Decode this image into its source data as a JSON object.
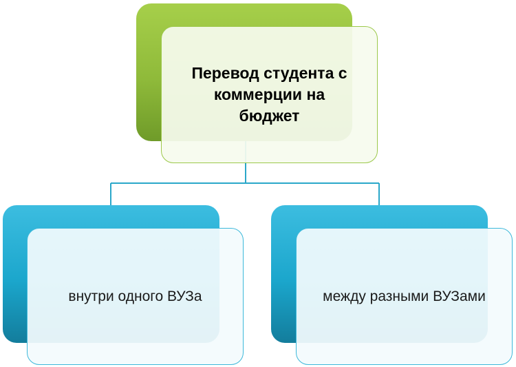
{
  "root": {
    "label": "Перевод студента с коммерции на бюджет"
  },
  "children": [
    {
      "label": "внутри одного ВУЗа"
    },
    {
      "label": "между разными ВУЗами"
    }
  ],
  "colors": {
    "root_accent": "#8fba3a",
    "child_accent": "#1ba6cc",
    "connector": "#2aa7c9"
  }
}
